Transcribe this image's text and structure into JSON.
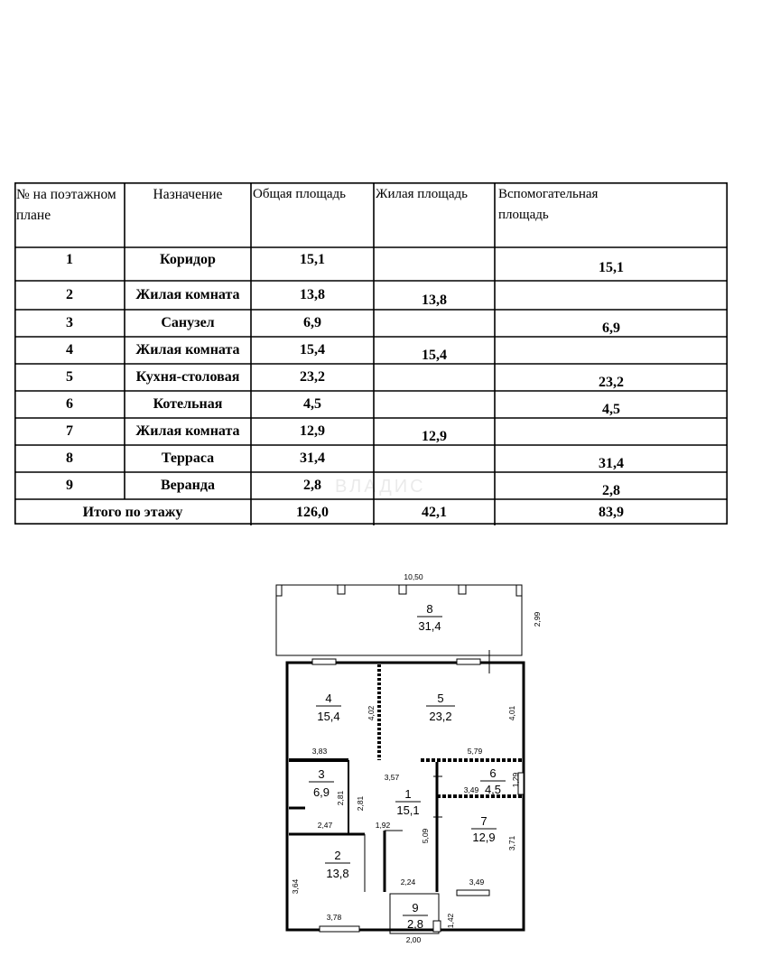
{
  "table": {
    "headers": {
      "number": "№ на поэтажном плане",
      "purpose": "Назначение",
      "total": "Общая площадь",
      "living": "Жилая площадь",
      "auxiliary": "Вспомогательная площадь"
    },
    "rows": [
      {
        "num": "1",
        "name": "Коридор",
        "total": "15,1",
        "living": "",
        "aux": "15,1"
      },
      {
        "num": "2",
        "name": "Жилая комната",
        "total": "13,8",
        "living": "13,8",
        "aux": ""
      },
      {
        "num": "3",
        "name": "Санузел",
        "total": "6,9",
        "living": "",
        "aux": "6,9"
      },
      {
        "num": "4",
        "name": "Жилая комната",
        "total": "15,4",
        "living": "15,4",
        "aux": ""
      },
      {
        "num": "5",
        "name": "Кухня-столовая",
        "total": "23,2",
        "living": "",
        "aux": "23,2"
      },
      {
        "num": "6",
        "name": "Котельная",
        "total": "4,5",
        "living": "",
        "aux": "4,5"
      },
      {
        "num": "7",
        "name": "Жилая комната",
        "total": "12,9",
        "living": "12,9",
        "aux": ""
      },
      {
        "num": "8",
        "name": "Терраса",
        "total": "31,4",
        "living": "",
        "aux": "31,4"
      },
      {
        "num": "9",
        "name": "Веранда",
        "total": "2,8",
        "living": "",
        "aux": "2,8"
      }
    ],
    "totals": {
      "label": "Итого по этажу",
      "total": "126,0",
      "living": "42,1",
      "aux": "83,9"
    }
  },
  "watermark": "ВЛАДИС",
  "plan": {
    "rooms": [
      {
        "num": "8",
        "area": "31,4"
      },
      {
        "num": "4",
        "area": "15,4"
      },
      {
        "num": "5",
        "area": "23,2"
      },
      {
        "num": "3",
        "area": "6,9"
      },
      {
        "num": "6",
        "area": "4,5"
      },
      {
        "num": "1",
        "area": "15,1"
      },
      {
        "num": "7",
        "area": "12,9"
      },
      {
        "num": "2",
        "area": "13,8"
      },
      {
        "num": "9",
        "area": "2,8"
      }
    ],
    "dimensions": {
      "overall_width": "10,50",
      "terrace_depth": "2,99",
      "r4_height": "4,02",
      "r5_height": "4,01",
      "r4_width": "3,83",
      "r5_width": "5,79",
      "corridor_width": "3,57",
      "r6_width": "3,49",
      "r6_height": "1,29",
      "r3_h_a": "2,81",
      "r3_h_b": "2,81",
      "r3_width": "2,47",
      "corridor_short": "1,92",
      "corridor_height": "5,09",
      "r7_height": "3,71",
      "r2_height": "3,64",
      "corridor_bottom": "2,24",
      "r7_width": "3,49",
      "r2_width": "3,78",
      "r9_height": "1,42",
      "r9_width": "2,00"
    }
  }
}
